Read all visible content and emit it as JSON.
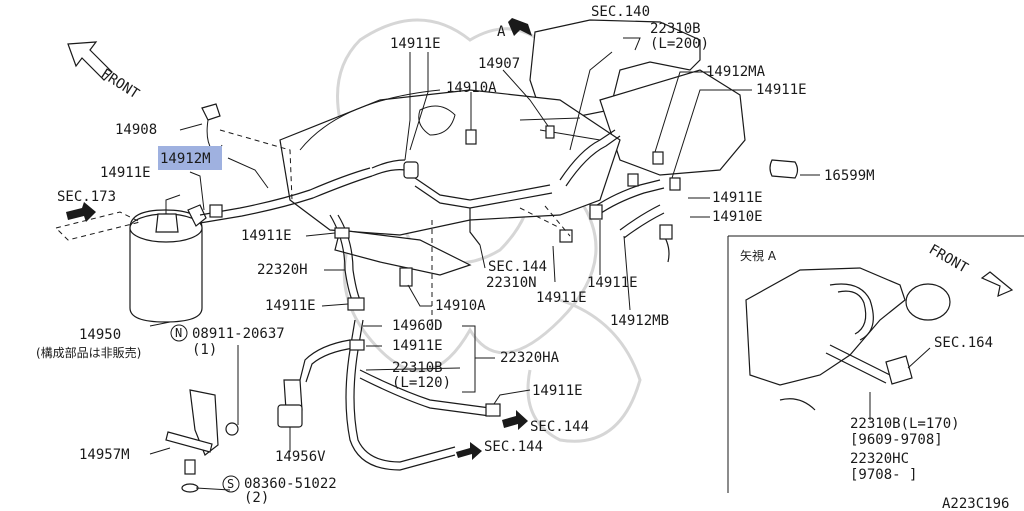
{
  "colors": {
    "line": "#1a1a1a",
    "highlight": "#9fb1e0",
    "watermark": "#d6d6d6",
    "background": "#ffffff"
  },
  "labels": {
    "front_main": "FRONT",
    "front_inset": "FRONT",
    "view_a_arrow": "A",
    "sec140": "SEC.140",
    "p22310B_top": "22310B",
    "p22310B_top_len": "(L=200)",
    "p14911E_top": "14911E",
    "p14907": "14907",
    "p14912MA": "14912MA",
    "p14910A_top": "14910A",
    "p14911E_right1": "14911E",
    "p14908": "14908",
    "p14912M": "14912M",
    "p14911E_left": "14911E",
    "p16599M": "16599M",
    "sec173": "SEC.173",
    "p14911E_right2": "14911E",
    "p14910E": "14910E",
    "p14911E_mid": "14911E",
    "sec144_mid": "SEC.144",
    "p22320H": "22320H",
    "p22310N": "22310N",
    "p14911E_midlow": "14911E",
    "p14911E_midright": "14911E",
    "p14911E_low": "14911E",
    "p14910A_low": "14910A",
    "p14912MB": "14912MB",
    "p14960D": "14960D",
    "p14950": "14950",
    "p14950_note": "(構成部品は非販売)",
    "bolt_n_code": "08911-20637",
    "bolt_n_symbol": "N",
    "bolt_n_qty": "(1)",
    "p14911E_hose": "14911E",
    "p22320HA": "22320HA",
    "p22310B_mid": "22310B",
    "p22310B_mid_len": "(L=120)",
    "p14911E_bottom": "14911E",
    "sec144_right": "SEC.144",
    "sec144_bottom": "SEC.144",
    "p14957M": "14957M",
    "p14956V": "14956V",
    "bolt_s_symbol": "S",
    "bolt_s_code": "08360-51022",
    "bolt_s_qty": "(2)",
    "inset_title": "矢視 A",
    "sec164": "SEC.164",
    "inset_22310B": "22310B(L=170)",
    "inset_22310B_date": "[9609-9708]",
    "inset_22320HC": "22320HC",
    "inset_22320HC_date": "[9708-    ]",
    "diagram_code": "A223C196"
  }
}
